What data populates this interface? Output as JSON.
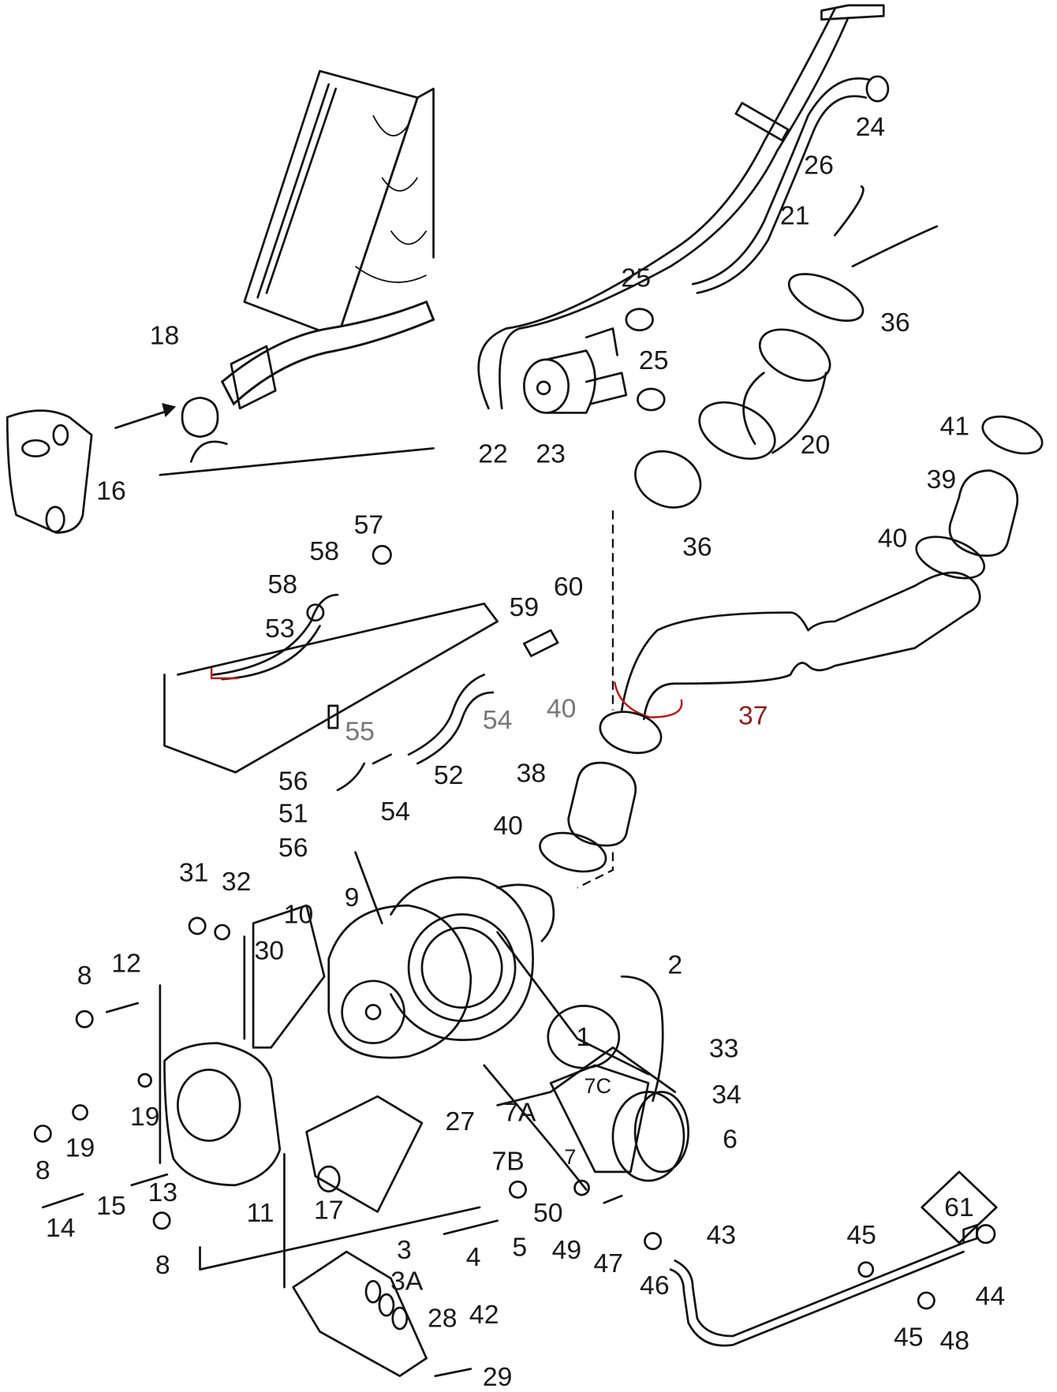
{
  "diagram": {
    "accent_color": "#b02020",
    "labels": [
      {
        "id": "24"
      },
      {
        "id": "26"
      },
      {
        "id": "21"
      },
      {
        "id": "25"
      },
      {
        "id": "25"
      },
      {
        "id": "36"
      },
      {
        "id": "22"
      },
      {
        "id": "23"
      },
      {
        "id": "20"
      },
      {
        "id": "36"
      },
      {
        "id": "41"
      },
      {
        "id": "39"
      },
      {
        "id": "40"
      },
      {
        "id": "18"
      },
      {
        "id": "16"
      },
      {
        "id": "57"
      },
      {
        "id": "58"
      },
      {
        "id": "58"
      },
      {
        "id": "53"
      },
      {
        "id": "59"
      },
      {
        "id": "60"
      },
      {
        "id": "54"
      },
      {
        "id": "55"
      },
      {
        "id": "52"
      },
      {
        "id": "40"
      },
      {
        "id": "37"
      },
      {
        "id": "38"
      },
      {
        "id": "56"
      },
      {
        "id": "51"
      },
      {
        "id": "54"
      },
      {
        "id": "56"
      },
      {
        "id": "40"
      },
      {
        "id": "31"
      },
      {
        "id": "32"
      },
      {
        "id": "10"
      },
      {
        "id": "9"
      },
      {
        "id": "30"
      },
      {
        "id": "2"
      },
      {
        "id": "12"
      },
      {
        "id": "8"
      },
      {
        "id": "33"
      },
      {
        "id": "34"
      },
      {
        "id": "7C"
      },
      {
        "id": "7A"
      },
      {
        "id": "6"
      },
      {
        "id": "27"
      },
      {
        "id": "19"
      },
      {
        "id": "19"
      },
      {
        "id": "7B"
      },
      {
        "id": "7"
      },
      {
        "id": "8"
      },
      {
        "id": "15"
      },
      {
        "id": "13"
      },
      {
        "id": "14"
      },
      {
        "id": "11"
      },
      {
        "id": "17"
      },
      {
        "id": "50"
      },
      {
        "id": "5"
      },
      {
        "id": "49"
      },
      {
        "id": "47"
      },
      {
        "id": "46"
      },
      {
        "id": "43"
      },
      {
        "id": "45"
      },
      {
        "id": "44"
      },
      {
        "id": "45"
      },
      {
        "id": "48"
      },
      {
        "id": "3"
      },
      {
        "id": "4"
      },
      {
        "id": "3A"
      },
      {
        "id": "42"
      },
      {
        "id": "28"
      },
      {
        "id": "29"
      },
      {
        "id": "8"
      }
    ],
    "assembly_circle_label": "1",
    "reference_diamond_label": "61"
  }
}
